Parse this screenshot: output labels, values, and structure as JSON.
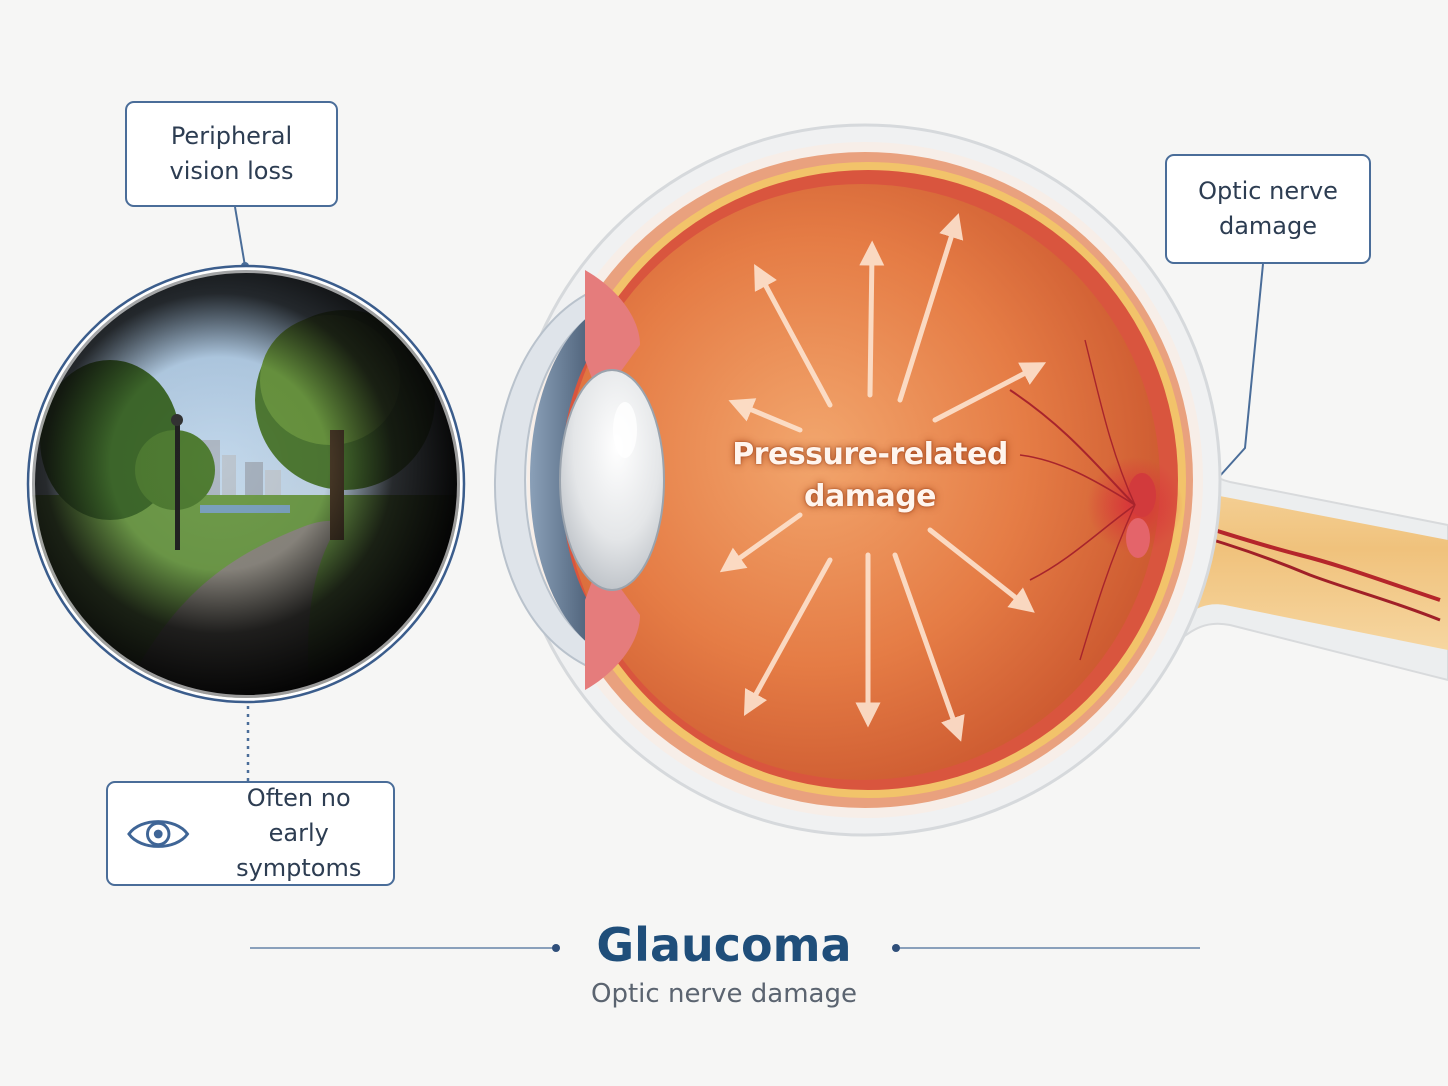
{
  "callouts": {
    "peripheral": [
      "Peripheral",
      "vision loss"
    ],
    "optic": [
      "Optic nerve",
      "damage"
    ],
    "symptoms": [
      "Often no",
      "early symptoms"
    ]
  },
  "center_label": [
    "Pressure-related",
    "damage"
  ],
  "title": "Glaucoma",
  "subtitle": "Optic nerve damage",
  "icons": {
    "symptoms": "eye-icon"
  },
  "colors": {
    "accent": "#4a6d99",
    "title": "#1f4e7a",
    "retina": "#e57c45",
    "nerve": "#f2c98a",
    "damage": "#c8202a"
  }
}
